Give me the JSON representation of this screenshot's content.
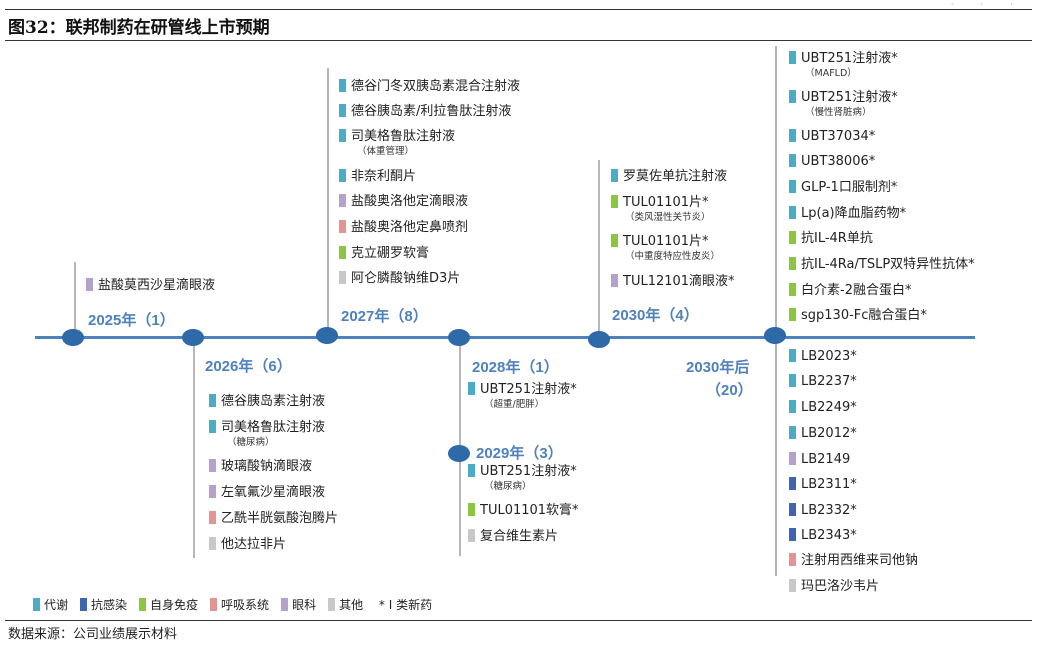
{
  "title": "图32：联邦制药在研管线上市预期",
  "source": "数据来源：公司业绩展示材料",
  "colors": {
    "代谢": "#4bacc6",
    "抗感染": "#3e66b0",
    "自身免疫": "#8cc63f",
    "呼吸系统": "#e39494",
    "眼科": "#b4a2cc",
    "其他": "#c8c8c8",
    "axis": "#4f81bd",
    "node": "#2e6aa8"
  },
  "legend": [
    {
      "label": "代谢",
      "cat": "代谢"
    },
    {
      "label": "抗感染",
      "cat": "抗感染"
    },
    {
      "label": "自身免疫",
      "cat": "自身免疫"
    },
    {
      "label": "呼吸系统",
      "cat": "呼吸系统"
    },
    {
      "label": "眼科",
      "cat": "眼科"
    },
    {
      "label": "其他",
      "cat": "其他"
    }
  ],
  "legend_note": "* I 类新药",
  "years": {
    "y2025": "2025年（1）",
    "y2026": "2026年（6）",
    "y2027": "2027年（8）",
    "y2028": "2028年（1）",
    "y2029": "2029年（3）",
    "y2030": "2030年（4）",
    "y2030p_1": "2030年后",
    "y2030p_2": "（20）"
  },
  "items": {
    "i2025": [
      {
        "label": "盐酸莫西沙星滴眼液",
        "cat": "眼科"
      }
    ],
    "i2026": [
      {
        "label": "德谷胰岛素注射液",
        "cat": "代谢"
      },
      {
        "label": "司美格鲁肽注射液",
        "cat": "代谢",
        "sub": "（糖尿病）"
      },
      {
        "label": "玻璃酸钠滴眼液",
        "cat": "眼科"
      },
      {
        "label": "左氧氟沙星滴眼液",
        "cat": "眼科"
      },
      {
        "label": "乙酰半胱氨酸泡腾片",
        "cat": "呼吸系统"
      },
      {
        "label": "他达拉非片",
        "cat": "其他"
      }
    ],
    "i2027": [
      {
        "label": "德谷门冬双胰岛素混合注射液",
        "cat": "代谢"
      },
      {
        "label": "德谷胰岛素/利拉鲁肽注射液",
        "cat": "代谢"
      },
      {
        "label": "司美格鲁肽注射液",
        "cat": "代谢",
        "sub": "（体重管理）"
      },
      {
        "label": "非奈利酮片",
        "cat": "代谢"
      },
      {
        "label": "盐酸奥洛他定滴眼液",
        "cat": "眼科"
      },
      {
        "label": "盐酸奥洛他定鼻喷剂",
        "cat": "呼吸系统"
      },
      {
        "label": "克立硼罗软膏",
        "cat": "自身免疫"
      },
      {
        "label": "阿仑膦酸钠维D3片",
        "cat": "其他"
      }
    ],
    "i2028": [
      {
        "label": "UBT251注射液*",
        "cat": "代谢",
        "sub": "（超重/肥胖）"
      }
    ],
    "i2029": [
      {
        "label": "UBT251注射液*",
        "cat": "代谢",
        "sub": "（糖尿病）"
      },
      {
        "label": "TUL01101软膏*",
        "cat": "自身免疫"
      },
      {
        "label": "复合维生素片",
        "cat": "其他"
      }
    ],
    "i2030": [
      {
        "label": "罗莫佐单抗注射液",
        "cat": "代谢"
      },
      {
        "label": "TUL01101片*",
        "cat": "自身免疫",
        "sub": "（类风湿性关节炎）"
      },
      {
        "label": "TUL01101片*",
        "cat": "自身免疫",
        "sub": "（中重度特应性皮炎）"
      },
      {
        "label": "TUL12101滴眼液*",
        "cat": "眼科"
      }
    ],
    "i2030p_top": [
      {
        "label": "UBT251注射液*",
        "cat": "代谢",
        "sub": "（MAFLD）"
      },
      {
        "label": "UBT251注射液*",
        "cat": "代谢",
        "sub": "（慢性肾脏病）"
      },
      {
        "label": "UBT37034*",
        "cat": "代谢"
      },
      {
        "label": "UBT38006*",
        "cat": "代谢"
      },
      {
        "label": "GLP-1口服制剂*",
        "cat": "代谢"
      },
      {
        "label": "Lp(a)降血脂药物*",
        "cat": "代谢"
      },
      {
        "label": "抗IL-4R单抗",
        "cat": "自身免疫"
      },
      {
        "label": "抗IL-4Ra/TSLP双特异性抗体*",
        "cat": "自身免疫"
      },
      {
        "label": "白介素-2融合蛋白*",
        "cat": "自身免疫"
      },
      {
        "label": "sgp130-Fc融合蛋白*",
        "cat": "自身免疫"
      }
    ],
    "i2030p_bottom": [
      {
        "label": "LB2023*",
        "cat": "代谢"
      },
      {
        "label": "LB2237*",
        "cat": "代谢"
      },
      {
        "label": "LB2249*",
        "cat": "代谢"
      },
      {
        "label": "LB2012*",
        "cat": "代谢"
      },
      {
        "label": "LB2149",
        "cat": "眼科"
      },
      {
        "label": "LB2311*",
        "cat": "抗感染"
      },
      {
        "label": "LB2332*",
        "cat": "抗感染"
      },
      {
        "label": "LB2343*",
        "cat": "抗感染"
      },
      {
        "label": "注射用西维来司他钠",
        "cat": "呼吸系统"
      },
      {
        "label": "玛巴洛沙韦片",
        "cat": "其他"
      }
    ]
  }
}
